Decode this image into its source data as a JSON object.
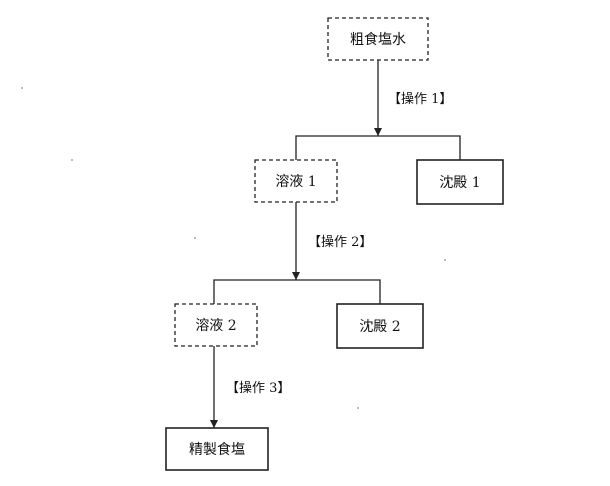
{
  "nodes": {
    "crude_brine": "粗食塩水",
    "solution1": "溶液 1",
    "precipitate1": "沈殿 1",
    "solution2": "溶液 2",
    "precipitate2": "沈殿 2",
    "refined_salt": "精製食塩"
  },
  "operations": {
    "op1": "【操作 1】",
    "op2": "【操作 2】",
    "op3": "【操作 3】"
  },
  "colors": {
    "line": "#222222",
    "text": "#111111",
    "background": "#ffffff"
  }
}
